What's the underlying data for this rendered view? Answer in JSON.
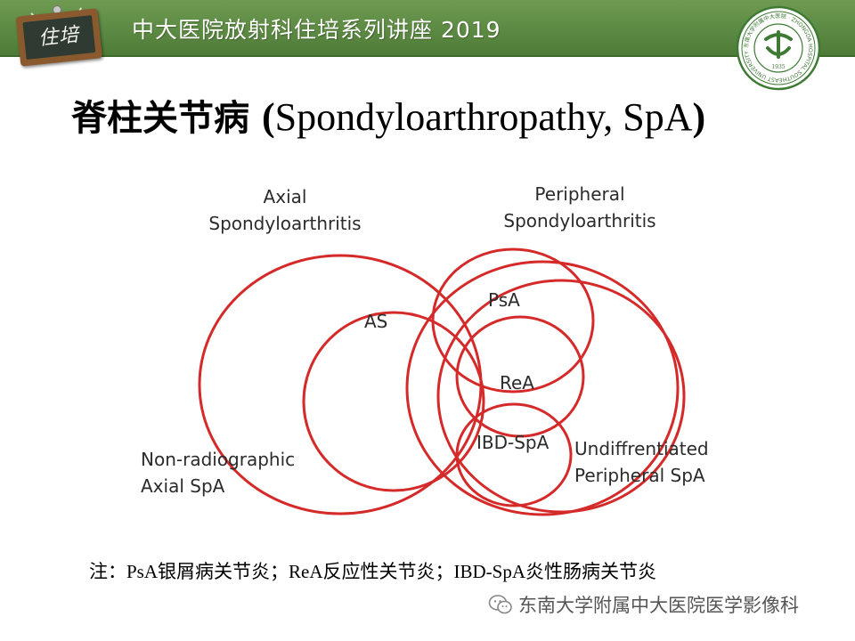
{
  "header": {
    "title": "中大医院放射科住培系列讲座 2019",
    "chalk_sign_text": "住培",
    "logo_inner_text": "中大",
    "logo_ring_text": "东南大学附属中大医院 · ZHONGDA HOSPITAL SOUTHEAST UNIVERSITY",
    "logo_year": "1935"
  },
  "title": {
    "chinese": "脊柱关节病",
    "open_paren": "(",
    "english": "Spondyloarthropathy, SpA",
    "close_paren": ")"
  },
  "diagram": {
    "circle_color": "#d42a2a",
    "labels": {
      "axial_line1": "Axial",
      "axial_line2": "Spondyloarthritis",
      "peripheral_line1": "Peripheral",
      "peripheral_line2": "Spondyloarthritis",
      "psa": "PsA",
      "as": "AS",
      "rea": "ReA",
      "ibd": "IBD-SpA",
      "nonrad_line1": "Non-radiographic",
      "nonrad_line2": "Axial SpA",
      "undiff_line1": "Undiffrentiated",
      "undiff_line2": "Peripheral SpA"
    }
  },
  "note": "注：PsA银屑病关节炎；ReA反应性关节炎；IBD-SpA炎性肠病关节炎",
  "watermark": {
    "icon": "wechat-icon",
    "text": "东南大学附属中大医院医学影像科"
  },
  "colors": {
    "header_green": "#5c8a43",
    "logo_green": "#3f7a35"
  }
}
